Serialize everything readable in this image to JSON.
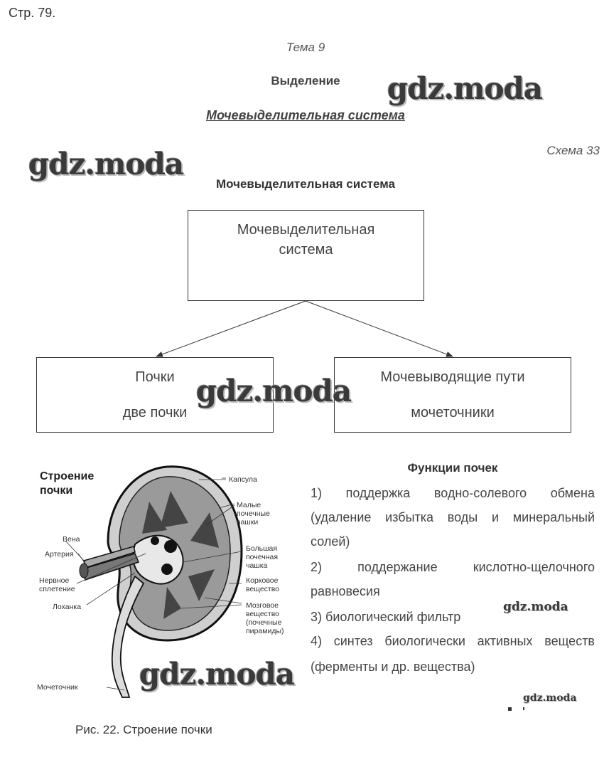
{
  "header": {
    "page_number": "Стр. 79.",
    "topic": "Тема 9",
    "section": "Выделение",
    "subsection": "Мочевыделительная система",
    "scheme_label": "Схема 33",
    "scheme_title": "Мочевыделительная система"
  },
  "diagram": {
    "root": {
      "line1": "Мочевыделительная",
      "line2": "система"
    },
    "left": {
      "title": "Почки",
      "detail": "две почки"
    },
    "right": {
      "title": "Мочевыводящие пути",
      "detail": "мочеточники"
    }
  },
  "figure": {
    "title_line1": "Строение",
    "title_line2": "почки",
    "labels": {
      "capsule": "Капсула",
      "minor_calyces_1": "Малые",
      "minor_calyces_2": "почечные",
      "minor_calyces_3": "чашки",
      "vein": "Вена",
      "artery": "Артерия",
      "nerve_1": "Нервное",
      "nerve_2": "сплетение",
      "pelvis": "Лоханка",
      "major_calyx_1": "Большая",
      "major_calyx_2": "почечная",
      "major_calyx_3": "чашка",
      "cortex_1": "Корковое",
      "cortex_2": "вещество",
      "medulla_1": "Мозговое",
      "medulla_2": "вещество",
      "medulla_3": "(почечные",
      "medulla_4": "пирамиды)",
      "ureter": "Мочеточник"
    },
    "caption": "Рис. 22. Строение почки"
  },
  "functions": {
    "title": "Функции почек",
    "item1_line1": "1) поддержка водно-солевого обмена",
    "item1_line2": "(удаление избытка воды и минеральный",
    "item1_line3": "солей)",
    "item2_line1": "2) поддержание кислотно-щелочного",
    "item2_line2": "равновесия",
    "item3": "3) биологический фильтр",
    "item4_line1": "4) синтез биологически активных веществ",
    "item4_line2": "(ферменты и др. вещества)"
  },
  "watermarks": {
    "text": "gdz.moda"
  }
}
